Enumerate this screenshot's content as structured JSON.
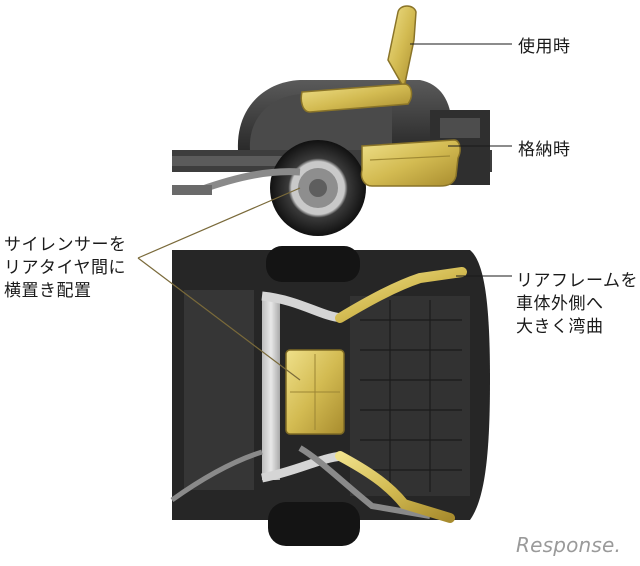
{
  "labels": {
    "in_use": "使用時",
    "stowed": "格納時",
    "muffler": [
      "サイレンサーを",
      "リアタイヤ間に",
      "横置き配置"
    ],
    "rear_frame": [
      "リアフレームを",
      "車体外側へ",
      "大きく湾曲"
    ]
  },
  "watermark": "Response.",
  "colors": {
    "highlight_gold": "#d8c25a",
    "frame_dark": "#2b2b2b",
    "leader_line": "#7a6a3a",
    "text": "#1a1a1a"
  }
}
